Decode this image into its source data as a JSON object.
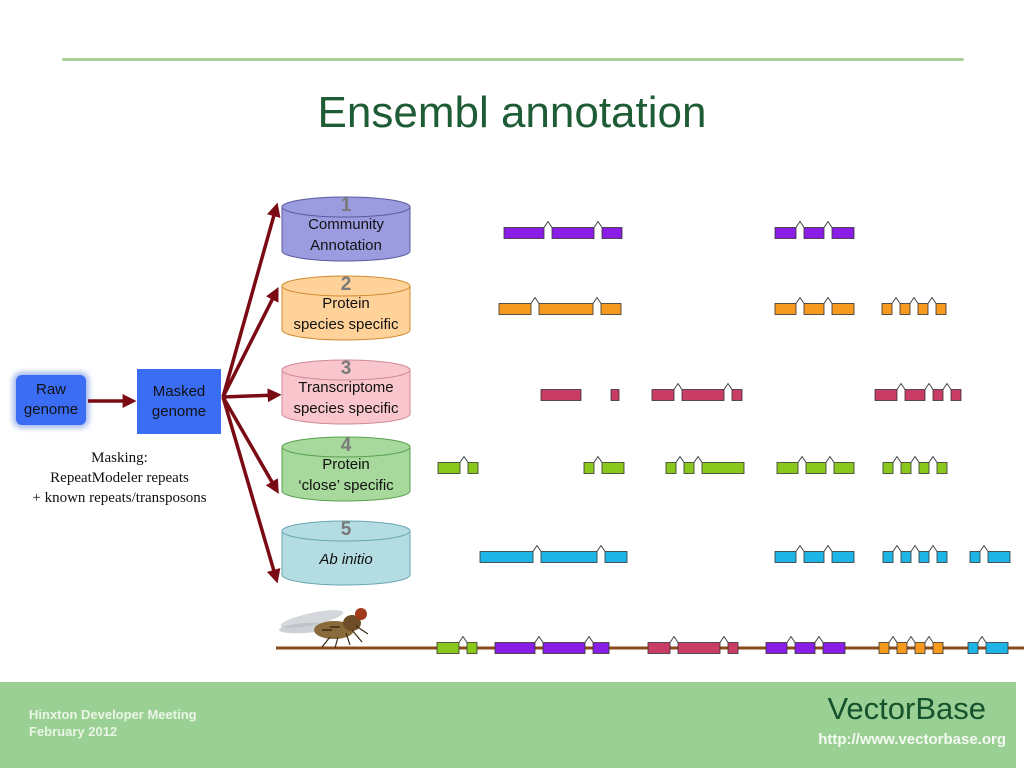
{
  "title": "Ensembl annotation",
  "raw_genome": "Raw\ngenome",
  "masked_genome": "Masked\ngenome",
  "masking_note": [
    "Masking:",
    "RepeatModeler repeats",
    "+ known repeats/transposons"
  ],
  "sources": [
    {
      "number": "1",
      "label": [
        "Community",
        "Annotation"
      ],
      "fill": "#9b9be0",
      "stroke": "#5a5aa0",
      "gene_color": "#8a1ee6"
    },
    {
      "number": "2",
      "label": [
        "Protein",
        "species specific"
      ],
      "fill": "#ffd29a",
      "stroke": "#d08a30",
      "gene_color": "#f59a1e"
    },
    {
      "number": "3",
      "label": [
        "Transcriptome",
        "species specific"
      ],
      "fill": "#f8c6cc",
      "stroke": "#d08a96",
      "gene_color": "#c83c66"
    },
    {
      "number": "4",
      "label": [
        "Protein",
        "‘close’ specific"
      ],
      "fill": "#a6d99b",
      "stroke": "#5aa050",
      "gene_color": "#8ac81e"
    },
    {
      "number": "5",
      "label": [
        "Ab initio"
      ],
      "fill": "#b4dde3",
      "stroke": "#6aa6b2",
      "gene_color": "#1eb4e6"
    }
  ],
  "colors": {
    "arrow": "#7a0a14",
    "genome_line": "#8a4a1a",
    "title": "#1e5c36",
    "box": "#3b6cf4",
    "footer": "#9bd095"
  },
  "icons": {
    "insect": "fly-icon"
  },
  "footer": {
    "meeting": [
      "Hinxton Developer Meeting",
      "February 2012"
    ],
    "brand": "VectorBase",
    "url": "http://www.vectorbase.org"
  }
}
